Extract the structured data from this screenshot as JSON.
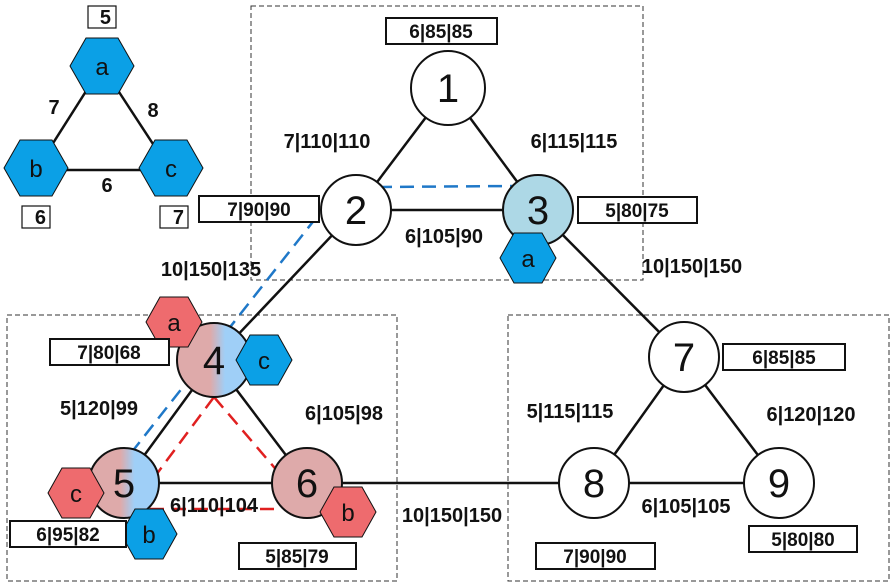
{
  "colors": {
    "blue": "#0ba0e6",
    "red": "#ee6b6e",
    "light_blue_node": "#add8e6",
    "pink_node": "#deaaaa",
    "gradient_blue": "#9fcff7"
  },
  "legend": {
    "hexes": [
      {
        "id": "a",
        "label": "a",
        "weight": "5"
      },
      {
        "id": "b",
        "label": "b",
        "weight": "6"
      },
      {
        "id": "c",
        "label": "c",
        "weight": "7"
      }
    ],
    "edges": [
      {
        "label": "7"
      },
      {
        "label": "8"
      },
      {
        "label": "6"
      }
    ]
  },
  "nodes": [
    {
      "id": "1",
      "label": "1",
      "box": "6|85|85"
    },
    {
      "id": "2",
      "label": "2",
      "box": "7|90|90"
    },
    {
      "id": "3",
      "label": "3",
      "box": "5|80|75"
    },
    {
      "id": "4",
      "label": "4",
      "box": "7|80|68"
    },
    {
      "id": "5",
      "label": "5",
      "box": "6|95|82"
    },
    {
      "id": "6",
      "label": "6",
      "box": "5|85|79"
    },
    {
      "id": "7",
      "label": "7",
      "box": "6|85|85"
    },
    {
      "id": "8",
      "label": "8",
      "box": "7|90|90"
    },
    {
      "id": "9",
      "label": "9",
      "box": "5|80|80"
    }
  ],
  "edges": [
    {
      "id": "e12",
      "label": "7|110|110"
    },
    {
      "id": "e13",
      "label": "6|115|115"
    },
    {
      "id": "e23",
      "label": "6|105|90"
    },
    {
      "id": "e24",
      "label": "10|150|135"
    },
    {
      "id": "e37",
      "label": "10|150|150"
    },
    {
      "id": "e45",
      "label": "5|120|99"
    },
    {
      "id": "e46",
      "label": "6|105|98"
    },
    {
      "id": "e56",
      "label": "6|110|104"
    },
    {
      "id": "e68",
      "label": "10|150|150"
    },
    {
      "id": "e78",
      "label": "5|115|115"
    },
    {
      "id": "e79",
      "label": "6|120|120"
    },
    {
      "id": "e89",
      "label": "6|105|105"
    }
  ],
  "hex_markers": [
    {
      "id": "hex-3a",
      "label": "a",
      "color": "blue"
    },
    {
      "id": "hex-4a",
      "label": "a",
      "color": "red"
    },
    {
      "id": "hex-4c",
      "label": "c",
      "color": "blue"
    },
    {
      "id": "hex-5c",
      "label": "c",
      "color": "red"
    },
    {
      "id": "hex-5b",
      "label": "b",
      "color": "blue"
    },
    {
      "id": "hex-6b",
      "label": "b",
      "color": "red"
    }
  ]
}
